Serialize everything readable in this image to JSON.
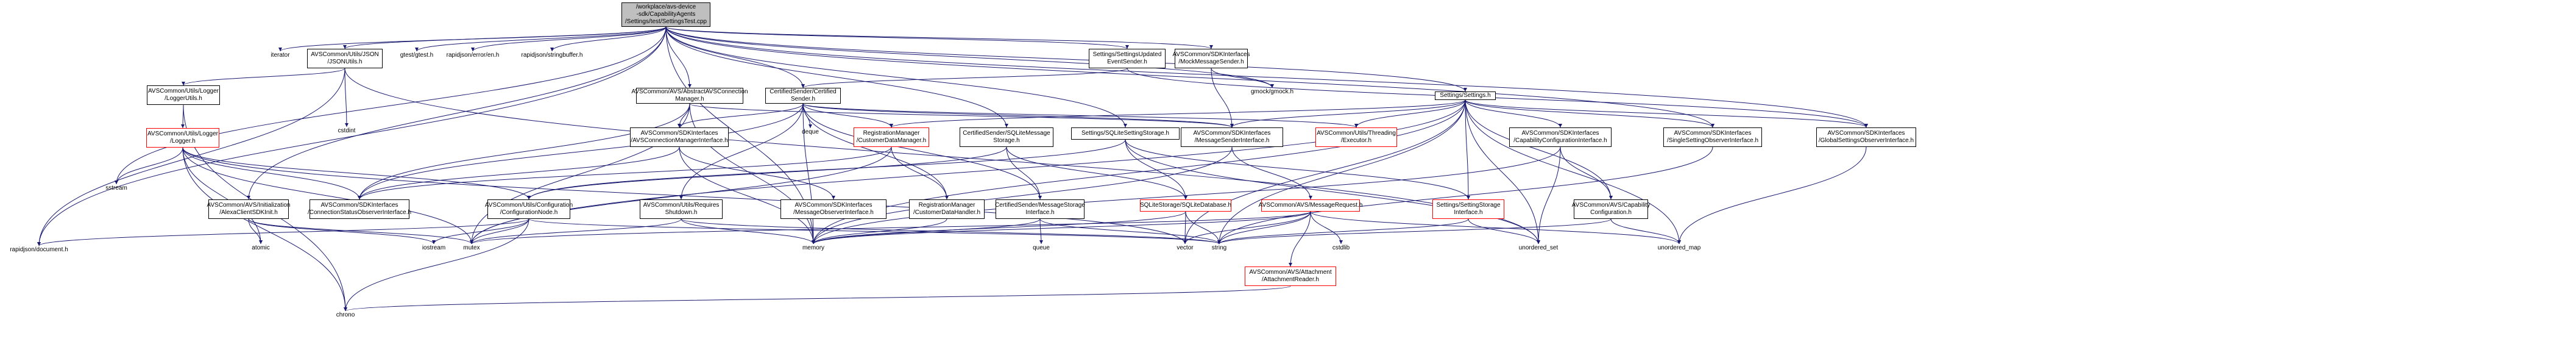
{
  "colors": {
    "edge": "#191970",
    "box_border": "#000000",
    "missing_border": "#ff0000",
    "root_fill": "#bfbfbf",
    "background": "#ffffff"
  },
  "nodes": [
    {
      "id": "root",
      "label": "/workplace/avs-device\n-sdk/CapabilityAgents\n/Settings/test/SettingsTest.cpp",
      "style": "root"
    },
    {
      "id": "iterator",
      "label": "iterator",
      "style": "plain"
    },
    {
      "id": "jsonutils",
      "label": "AVSCommon/Utils/JSON\n/JSONUtils.h",
      "style": "box"
    },
    {
      "id": "gtest",
      "label": "gtest/gtest.h",
      "style": "plain"
    },
    {
      "id": "rj_error",
      "label": "rapidjson/error/en.h",
      "style": "plain"
    },
    {
      "id": "rj_sb",
      "label": "rapidjson/stringbuffer.h",
      "style": "plain"
    },
    {
      "id": "avsconn",
      "label": "AVSCommon/AVS/AbstractAVSConnection\nManager.h",
      "style": "box"
    },
    {
      "id": "cert",
      "label": "CertifiedSender/Certified\nSender.h",
      "style": "box"
    },
    {
      "id": "updated",
      "label": "Settings/SettingsUpdated\nEventSender.h",
      "style": "box"
    },
    {
      "id": "mockms",
      "label": "AVSCommon/SDKInterfaces\n/MockMessageSender.h",
      "style": "box"
    },
    {
      "id": "gmock",
      "label": "gmock/gmock.h",
      "style": "plain"
    },
    {
      "id": "settings",
      "label": "Settings/Settings.h",
      "style": "box"
    },
    {
      "id": "loggerutils",
      "label": "AVSCommon/Utils/Logger\n/LoggerUtils.h",
      "style": "box"
    },
    {
      "id": "cstdint",
      "label": "cstdint",
      "style": "plain"
    },
    {
      "id": "logger",
      "label": "AVSCommon/Utils/Logger\n/Logger.h",
      "style": "red"
    },
    {
      "id": "init",
      "label": "AVSCommon/AVS/Initialization\n/AlexaClientSDKInit.h",
      "style": "box"
    },
    {
      "id": "sstream",
      "label": "sstream",
      "style": "plain"
    },
    {
      "id": "rj_doc",
      "label": "rapidjson/document.h",
      "style": "plain"
    },
    {
      "id": "atomic",
      "label": "atomic",
      "style": "plain"
    },
    {
      "id": "chrono",
      "label": "chrono",
      "style": "plain"
    },
    {
      "id": "connstatus",
      "label": "AVSCommon/SDKInterfaces\n/ConnectionStatusObserverInterface.h",
      "style": "box"
    },
    {
      "id": "config",
      "label": "AVSCommon/Utils/Configuration\n/ConfigurationNode.h",
      "style": "box"
    },
    {
      "id": "iostream",
      "label": "iostream",
      "style": "plain"
    },
    {
      "id": "mutex",
      "label": "mutex",
      "style": "plain"
    },
    {
      "id": "avsconnmgr",
      "label": "AVSCommon/SDKInterfaces\n/AVSConnectionManagerInterface.h",
      "style": "box"
    },
    {
      "id": "reqshut",
      "label": "AVSCommon/Utils/Requires\nShutdown.h",
      "style": "box"
    },
    {
      "id": "deque",
      "label": "deque",
      "style": "plain"
    },
    {
      "id": "regmgr",
      "label": "RegistrationManager\n/CustomerDataManager.h",
      "style": "red"
    },
    {
      "id": "sqlitems",
      "label": "CertifiedSender/SQLiteMessage\nStorage.h",
      "style": "box"
    },
    {
      "id": "sqliteset",
      "label": "Settings/SQLiteSettingStorage.h",
      "style": "box"
    },
    {
      "id": "msgobs",
      "label": "AVSCommon/SDKInterfaces\n/MessageObserverInterface.h",
      "style": "box"
    },
    {
      "id": "custhandler",
      "label": "RegistrationManager\n/CustomerDataHandler.h",
      "style": "box"
    },
    {
      "id": "msstorage",
      "label": "CertifiedSender/MessageStorage\nInterface.h",
      "style": "box"
    },
    {
      "id": "queue",
      "label": "queue",
      "style": "plain"
    },
    {
      "id": "memory",
      "label": "memory",
      "style": "plain"
    },
    {
      "id": "msgsender",
      "label": "AVSCommon/SDKInterfaces\n/MessageSenderInterface.h",
      "style": "box"
    },
    {
      "id": "executor",
      "label": "AVSCommon/Utils/Threading\n/Executor.h",
      "style": "red"
    },
    {
      "id": "sqlitedb",
      "label": "SQLiteStorage/SQLiteDatabase.h",
      "style": "red"
    },
    {
      "id": "msgreq",
      "label": "AVSCommon/AVS/MessageRequest.h",
      "style": "red"
    },
    {
      "id": "vector",
      "label": "vector",
      "style": "plain"
    },
    {
      "id": "string",
      "label": "string",
      "style": "plain"
    },
    {
      "id": "cstdlib",
      "label": "cstdlib",
      "style": "plain"
    },
    {
      "id": "attreader",
      "label": "AVSCommon/AVS/Attachment\n/AttachmentReader.h",
      "style": "red"
    },
    {
      "id": "setstorage",
      "label": "Settings/SettingStorage\nInterface.h",
      "style": "red"
    },
    {
      "id": "capcfg",
      "label": "AVSCommon/SDKInterfaces\n/CapabilityConfigurationInterface.h",
      "style": "box"
    },
    {
      "id": "capconf",
      "label": "AVSCommon/AVS/Capability\nConfiguration.h",
      "style": "box"
    },
    {
      "id": "singleobs",
      "label": "AVSCommon/SDKInterfaces\n/SingleSettingObserverInterface.h",
      "style": "box"
    },
    {
      "id": "globalobs",
      "label": "AVSCommon/SDKInterfaces\n/GlobalSettingsObserverInterface.h",
      "style": "box"
    },
    {
      "id": "unset",
      "label": "unordered_set",
      "style": "plain"
    },
    {
      "id": "unmap",
      "label": "unordered_map",
      "style": "plain"
    }
  ],
  "edges": [
    [
      "root",
      "iterator"
    ],
    [
      "root",
      "jsonutils"
    ],
    [
      "root",
      "gtest"
    ],
    [
      "root",
      "rj_error"
    ],
    [
      "root",
      "rj_sb"
    ],
    [
      "root",
      "avsconn"
    ],
    [
      "root",
      "cert"
    ],
    [
      "root",
      "updated"
    ],
    [
      "root",
      "mockms"
    ],
    [
      "root",
      "gmock"
    ],
    [
      "root",
      "settings"
    ],
    [
      "root",
      "init"
    ],
    [
      "root",
      "sstream"
    ],
    [
      "root",
      "rj_doc"
    ],
    [
      "root",
      "memory"
    ],
    [
      "root",
      "singleobs"
    ],
    [
      "root",
      "globalobs"
    ],
    [
      "jsonutils",
      "loggerutils"
    ],
    [
      "jsonutils",
      "cstdint"
    ],
    [
      "jsonutils",
      "rj_doc"
    ],
    [
      "jsonutils",
      "unset"
    ],
    [
      "loggerutils",
      "logger"
    ],
    [
      "loggerutils",
      "chrono"
    ],
    [
      "logger",
      "sstream"
    ],
    [
      "logger",
      "atomic"
    ],
    [
      "logger",
      "chrono"
    ],
    [
      "logger",
      "connstatus"
    ],
    [
      "logger",
      "config"
    ],
    [
      "logger",
      "mutex"
    ],
    [
      "logger",
      "vector"
    ],
    [
      "init",
      "atomic"
    ],
    [
      "init",
      "mutex"
    ],
    [
      "init",
      "iostream"
    ],
    [
      "config",
      "rj_doc"
    ],
    [
      "config",
      "chrono"
    ],
    [
      "config",
      "iostream"
    ],
    [
      "config",
      "mutex"
    ],
    [
      "config",
      "string"
    ],
    [
      "avsconn",
      "avsconnmgr"
    ],
    [
      "avsconn",
      "connstatus"
    ],
    [
      "avsconn",
      "msgsender"
    ],
    [
      "avsconn",
      "memory"
    ],
    [
      "avsconn",
      "mutex"
    ],
    [
      "avsconnmgr",
      "connstatus"
    ],
    [
      "avsconnmgr",
      "msgobs"
    ],
    [
      "avsconnmgr",
      "memory"
    ],
    [
      "cert",
      "avsconnmgr"
    ],
    [
      "cert",
      "reqshut"
    ],
    [
      "cert",
      "deque"
    ],
    [
      "cert",
      "regmgr"
    ],
    [
      "cert",
      "custhandler"
    ],
    [
      "cert",
      "msstorage"
    ],
    [
      "cert",
      "msgsender"
    ],
    [
      "cert",
      "executor"
    ],
    [
      "cert",
      "memory"
    ],
    [
      "cert",
      "connstatus"
    ],
    [
      "reqshut",
      "memory"
    ],
    [
      "reqshut",
      "mutex"
    ],
    [
      "reqshut",
      "string"
    ],
    [
      "regmgr",
      "custhandler"
    ],
    [
      "regmgr",
      "connstatus"
    ],
    [
      "regmgr",
      "mutex"
    ],
    [
      "custhandler",
      "memory"
    ],
    [
      "root",
      "sqlitems"
    ],
    [
      "sqlitems",
      "msstorage"
    ],
    [
      "sqlitems",
      "sqlitedb"
    ],
    [
      "sqlitems",
      "config"
    ],
    [
      "msstorage",
      "queue"
    ],
    [
      "msstorage",
      "memory"
    ],
    [
      "msstorage",
      "string"
    ],
    [
      "updated",
      "cert"
    ],
    [
      "updated",
      "globalobs"
    ],
    [
      "mockms",
      "msgsender"
    ],
    [
      "mockms",
      "gmock"
    ],
    [
      "msgsender",
      "msgreq"
    ],
    [
      "msgsender",
      "memory"
    ],
    [
      "msgreq",
      "memory"
    ],
    [
      "msgreq",
      "string"
    ],
    [
      "msgreq",
      "vector"
    ],
    [
      "msgreq",
      "cstdlib"
    ],
    [
      "msgreq",
      "attreader"
    ],
    [
      "msgreq",
      "unmap"
    ],
    [
      "msgreq",
      "mutex"
    ],
    [
      "attreader",
      "chrono"
    ],
    [
      "root",
      "sqliteset"
    ],
    [
      "sqliteset",
      "setstorage"
    ],
    [
      "sqliteset",
      "sqlitedb"
    ],
    [
      "sqliteset",
      "config"
    ],
    [
      "sqliteset",
      "unset"
    ],
    [
      "sqlitedb",
      "string"
    ],
    [
      "sqlitedb",
      "vector"
    ],
    [
      "sqlitedb",
      "memory"
    ],
    [
      "setstorage",
      "string"
    ],
    [
      "setstorage",
      "unset"
    ],
    [
      "settings",
      "regmgr"
    ],
    [
      "settings",
      "msgsender"
    ],
    [
      "settings",
      "executor"
    ],
    [
      "settings",
      "setstorage"
    ],
    [
      "settings",
      "capcfg"
    ],
    [
      "settings",
      "capconf"
    ],
    [
      "settings",
      "singleobs"
    ],
    [
      "settings",
      "globalobs"
    ],
    [
      "settings",
      "memory"
    ],
    [
      "settings",
      "string"
    ],
    [
      "settings",
      "unset"
    ],
    [
      "settings",
      "unmap"
    ],
    [
      "settings",
      "mutex"
    ],
    [
      "settings",
      "vector"
    ],
    [
      "capcfg",
      "capconf"
    ],
    [
      "capcfg",
      "unset"
    ],
    [
      "capcfg",
      "memory"
    ],
    [
      "capconf",
      "string"
    ],
    [
      "capconf",
      "unmap"
    ],
    [
      "singleobs",
      "string"
    ],
    [
      "globalobs",
      "unmap"
    ]
  ]
}
